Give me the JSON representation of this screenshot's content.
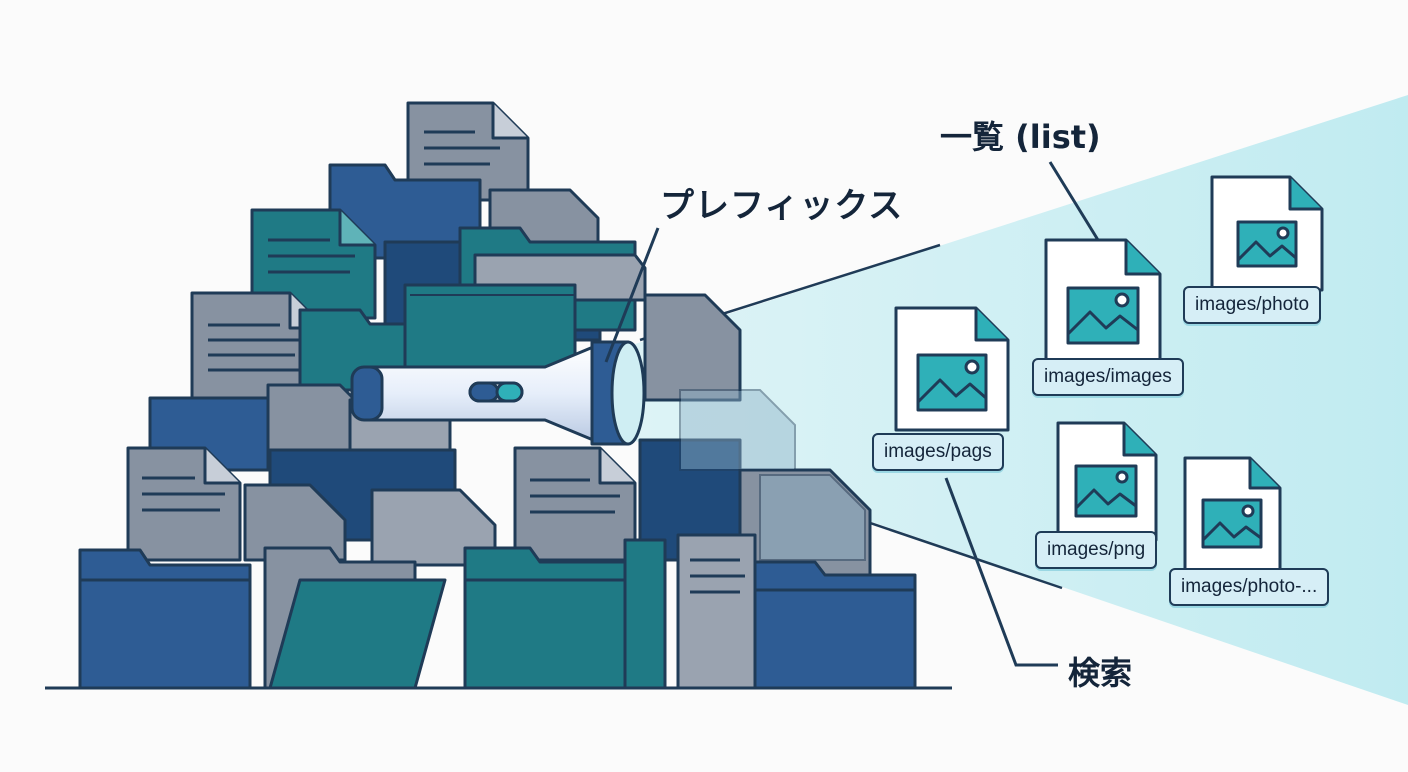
{
  "labels": {
    "prefix": "プレフィックス",
    "list": "一覧 (list)",
    "search": "検索"
  },
  "results": [
    {
      "name": "images/photo"
    },
    {
      "name": "images/images"
    },
    {
      "name": "images/pags"
    },
    {
      "name": "images/png"
    },
    {
      "name": "images/photo-..."
    }
  ],
  "colors": {
    "navy": "#1f3b57",
    "folder_blue": "#2e5c94",
    "folder_teal": "#1f7a85",
    "doc_gray": "#8792a1",
    "beam": "#bdeaf0",
    "image_teal": "#2fb0b8",
    "label_bg": "#d6eef6"
  }
}
